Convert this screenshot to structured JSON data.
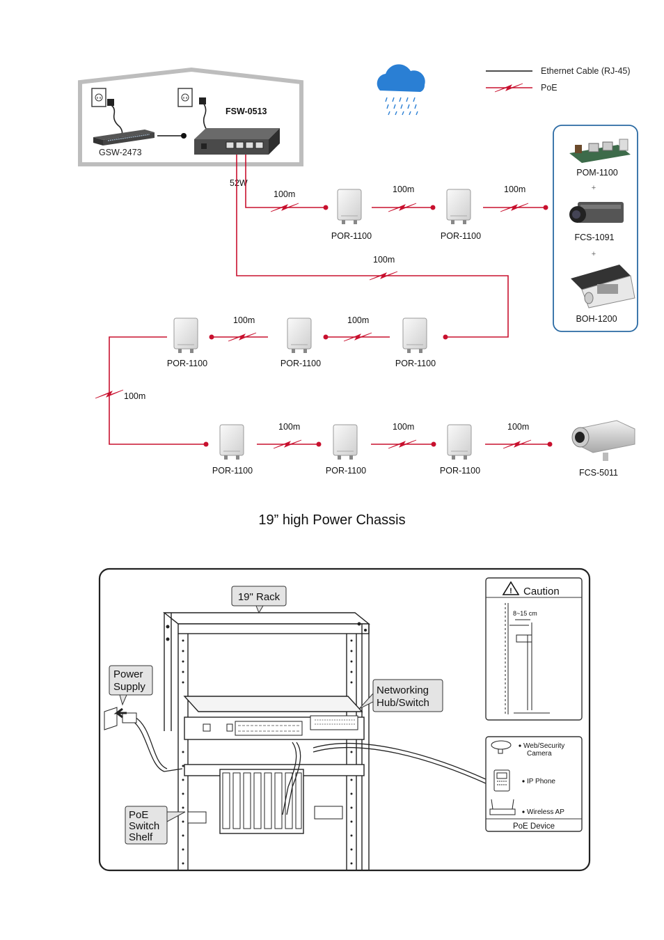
{
  "legend": {
    "ethernet": "Ethernet Cable (RJ-45)",
    "poe": "PoE"
  },
  "devices": {
    "gsw": "GSW-2473",
    "fsw": "FSW-0513",
    "por": "POR-1100",
    "pom": "POM-1100",
    "fcs1091": "FCS-1091",
    "boh": "BOH-1200",
    "fcs5011": "FCS-5011"
  },
  "plus": "+",
  "power_budget": "52W",
  "distance": "100m",
  "caption": "19” high Power Chassis",
  "rack": {
    "rack_label": "19\" Rack",
    "power_supply": [
      "Power",
      "Supply"
    ],
    "hub_switch": [
      "Networking",
      "Hub/Switch"
    ],
    "poe_shelf": [
      "PoE",
      "Switch",
      "Shelf"
    ],
    "caution": "Caution",
    "caution_range": "8~15 cm",
    "poe_devices": {
      "camera": [
        "Web/Security",
        "Camera"
      ],
      "phone": "IP Phone",
      "ap": "Wireless AP",
      "title": "PoE Device"
    }
  },
  "colors": {
    "poe_red": "#c8102e",
    "frame_grey": "#b5b5b5",
    "panel_blue": "#2a6aa3"
  }
}
